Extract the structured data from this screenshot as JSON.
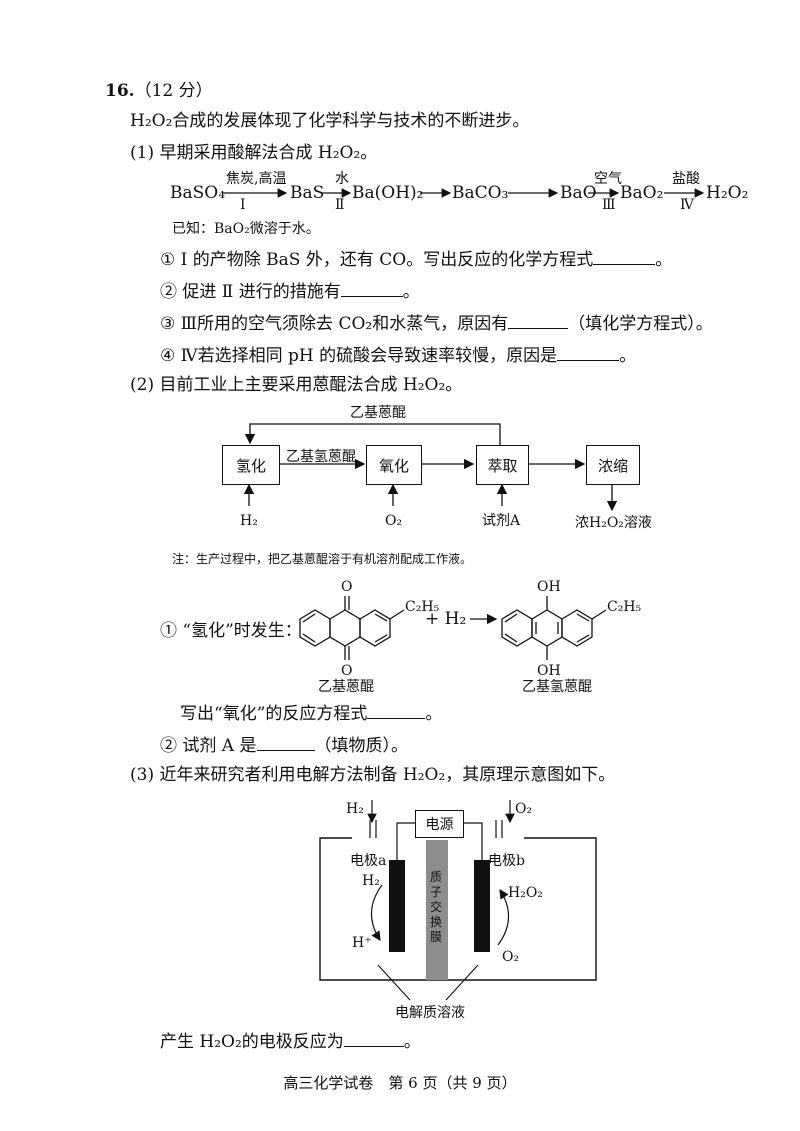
{
  "question": {
    "number": "16.",
    "score": "（12 分）",
    "intro": "H₂O₂合成的发展体现了化学科学与技术的不断进步。"
  },
  "part1": {
    "heading": "(1) 早期采用酸解法合成 H₂O₂。",
    "scheme": {
      "baso4": "BaSO₄",
      "step1_top": "焦炭,高温",
      "step1_bottom": "Ⅰ",
      "bas": "BaS",
      "step2_top": "水",
      "step2_bottom": "Ⅱ",
      "baoh2": "Ba(OH)₂",
      "baco3": "BaCO₃",
      "bao": "BaO",
      "step3_top": "空气",
      "step3_bottom": "Ⅲ",
      "bao2": "BaO₂",
      "step4_top": "盐酸",
      "step4_bottom": "Ⅳ",
      "h2o2": "H₂O₂"
    },
    "known": "已知：BaO₂微溶于水。",
    "q1": "① Ⅰ 的产物除 BaS 外，还有 CO。写出反应的化学方程式",
    "q2": "② 促进 Ⅱ 进行的措施有",
    "q3": "③ Ⅲ所用的空气须除去 CO₂和水蒸气，原因有",
    "q3_tail": "（填化学方程式）。",
    "q4": "④ Ⅳ若选择相同 pH 的硫酸会导致速率较慢，原因是",
    "period": "。"
  },
  "part2": {
    "heading": "(2) 目前工业上主要采用蒽醌法合成 H₂O₂。",
    "flow": {
      "top_label": "乙基蒽醌",
      "box1": "氢化",
      "box2": "氧化",
      "box3": "萃取",
      "box4": "浓缩",
      "arrow12_label": "乙基氢蒽醌",
      "in1": "H₂",
      "in2": "O₂",
      "in3": "试剂A",
      "out4": "浓H₂O₂溶液"
    },
    "note": "注：生产过程中，把乙基蒽醌溶于有机溶剂配成工作液。",
    "q1_label": "① “氢化”时发生：",
    "plus_h2": "+ H₂",
    "mol1": {
      "o_top": "O",
      "o_bottom": "O",
      "ethyl": "C₂H₅",
      "name": "乙基蒽醌"
    },
    "mol2": {
      "oh_top": "OH",
      "oh_bottom": "OH",
      "ethyl": "C₂H₅",
      "name": "乙基氢蒽醌"
    },
    "q1_text": "写出“氧化”的反应方程式",
    "q2": "② 试剂 A 是",
    "q2_tail": "（填物质）。"
  },
  "part3": {
    "heading": "(3) 近年来研究者利用电解方法制备 H₂O₂，其原理示意图如下。",
    "diagram": {
      "h2_in": "H₂",
      "o2_in": "O₂",
      "power": "电源",
      "electrode_a": "电极a",
      "electrode_b": "电极b",
      "left_h2": "H₂",
      "left_h": "H⁺",
      "right_h2o2": "H₂O₂",
      "right_o2": "O₂",
      "membrane": "质子交换膜",
      "electrolyte": "电解质溶液"
    },
    "question": "产生 H₂O₂的电极反应为"
  },
  "footer": "高三化学试卷　第 6 页（共 9 页）"
}
